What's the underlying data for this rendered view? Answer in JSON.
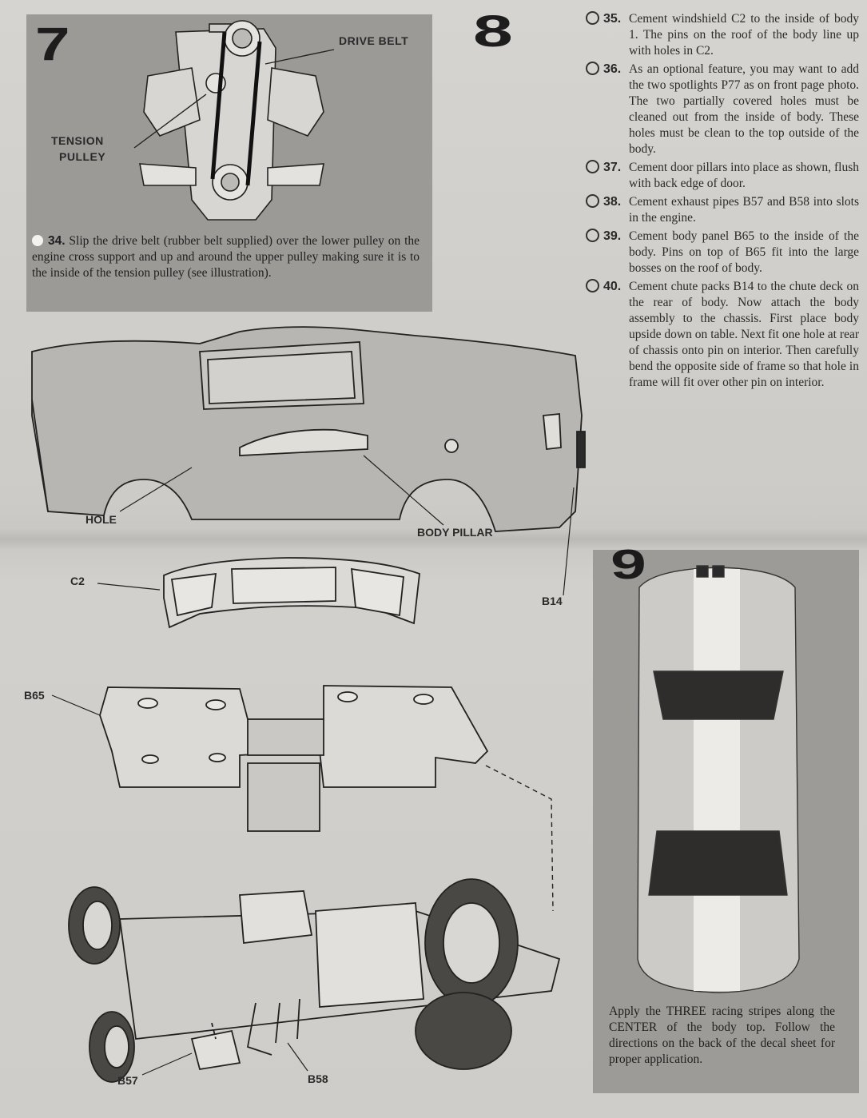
{
  "step7": {
    "number": "7",
    "labels": {
      "drive_belt": "DRIVE BELT",
      "tension_pulley_1": "TENSION",
      "tension_pulley_2": "PULLEY"
    },
    "instruction": {
      "number": "34.",
      "text": "Slip the drive belt (rubber belt supplied) over the lower pulley on the engine cross support and up and around the upper pulley making sure it is to the inside of the tension pulley (see illustration)."
    }
  },
  "step8": {
    "number": "8",
    "instructions": [
      {
        "number": "35.",
        "text": "Cement windshield C2 to the inside of body 1. The pins on the roof of the body line up with holes in C2."
      },
      {
        "number": "36.",
        "text": "As an optional feature, you may want to add the two spotlights P77 as on front page photo. The two partially covered holes must be cleaned out from the inside of body. These holes must be clean to the top outside of the body."
      },
      {
        "number": "37.",
        "text": "Cement door pillars into place as shown, flush with back edge of door."
      },
      {
        "number": "38.",
        "text": "Cement exhaust pipes B57 and B58 into slots in the engine."
      },
      {
        "number": "39.",
        "text": "Cement body panel B65 to the inside of the body. Pins on top of B65 fit into the large bosses on the roof of body."
      },
      {
        "number": "40.",
        "text": "Cement chute packs B14 to the chute deck on the rear of body. Now attach the body assembly to the chassis. First place body upside down on table. Next fit one hole at rear of chassis onto pin on interior. Then carefully bend the opposite side of frame so that hole in frame will fit over other pin on interior."
      }
    ],
    "labels": {
      "hole": "HOLE",
      "body_pillar": "BODY PILLAR",
      "c2": "C2",
      "b14": "B14",
      "b65": "B65",
      "b57": "B57",
      "b58": "B58"
    }
  },
  "step9": {
    "number": "9",
    "caption": "Apply the THREE racing stripes along the CENTER of the body top. Follow the directions on the back of the decal sheet for proper application."
  }
}
